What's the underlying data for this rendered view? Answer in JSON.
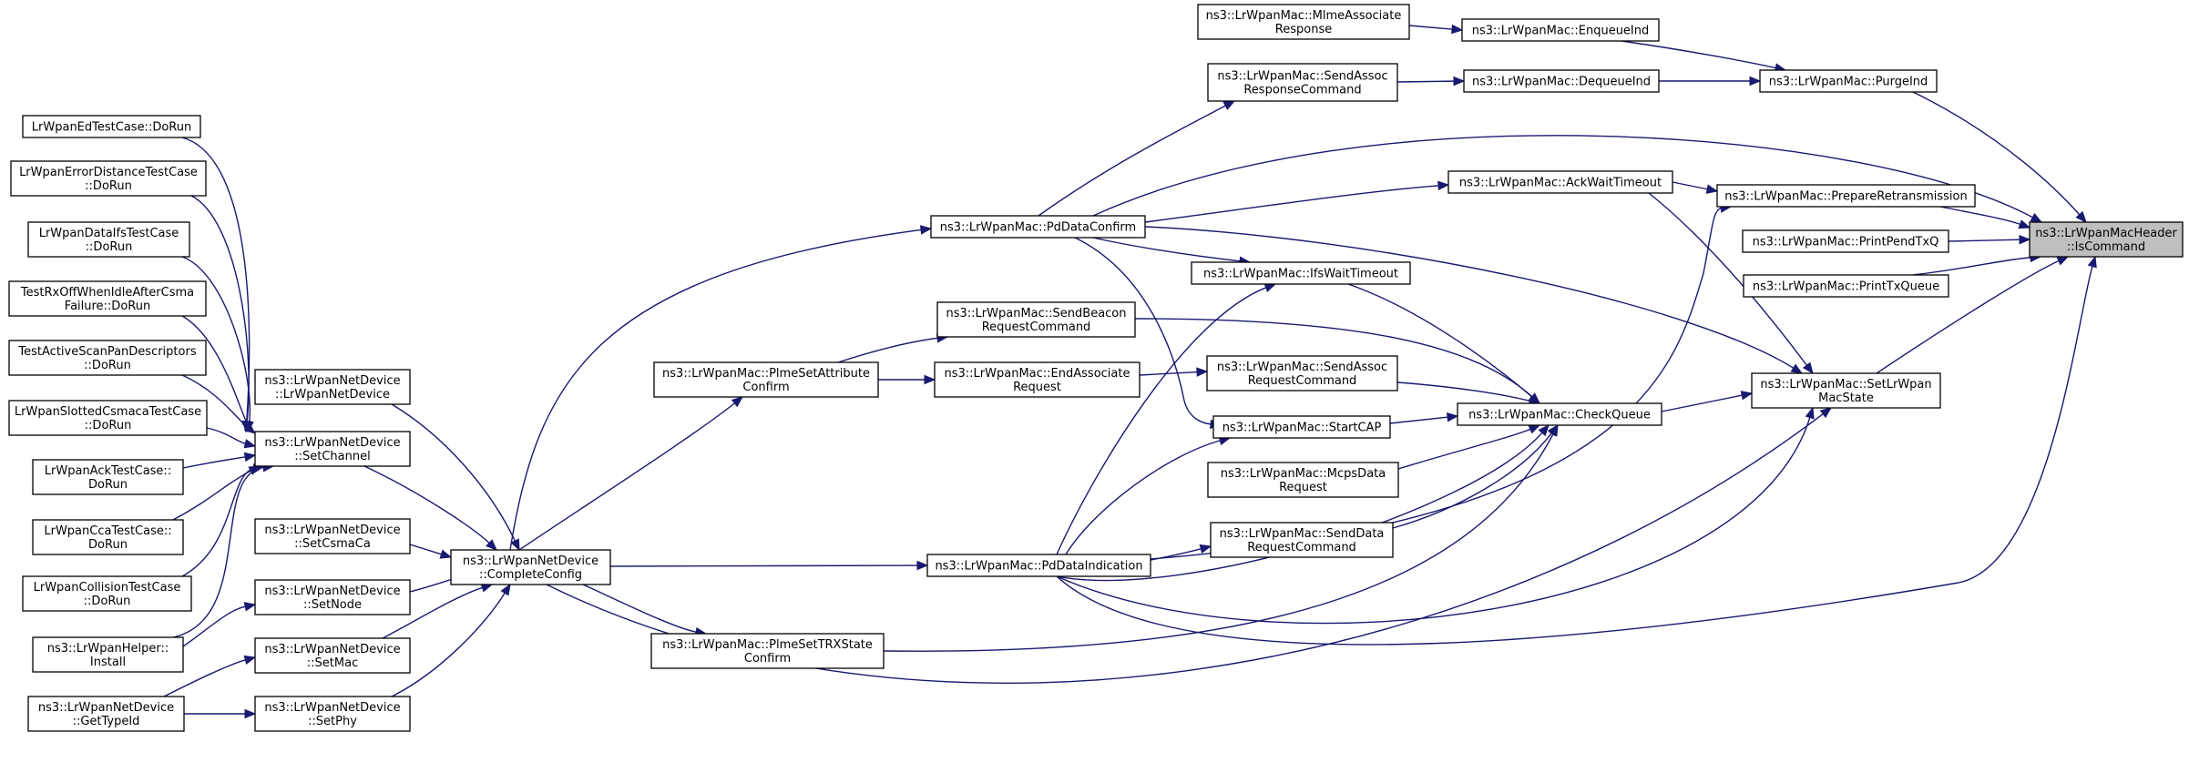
{
  "nodes": {
    "isCommand": [
      "ns3::LrWpanMacHeader",
      "::IsCommand"
    ],
    "mlmeAssocResp": [
      "ns3::LrWpanMac::MlmeAssociate",
      "Response"
    ],
    "enqueueInd": [
      "ns3::LrWpanMac::EnqueueInd"
    ],
    "purgeInd": [
      "ns3::LrWpanMac::PurgeInd"
    ],
    "sendAssocRespCmd": [
      "ns3::LrWpanMac::SendAssoc",
      "ResponseCommand"
    ],
    "dequeueInd": [
      "ns3::LrWpanMac::DequeueInd"
    ],
    "ackWaitTimeout": [
      "ns3::LrWpanMac::AckWaitTimeout"
    ],
    "prepareRetrans": [
      "ns3::LrWpanMac::PrepareRetransmission"
    ],
    "printPendTxQ": [
      "ns3::LrWpanMac::PrintPendTxQ"
    ],
    "printTxQueue": [
      "ns3::LrWpanMac::PrintTxQueue"
    ],
    "pdDataConfirm": [
      "ns3::LrWpanMac::PdDataConfirm"
    ],
    "ifsWaitTimeout": [
      "ns3::LrWpanMac::IfsWaitTimeout"
    ],
    "sendBeaconReq": [
      "ns3::LrWpanMac::SendBeacon",
      "RequestCommand"
    ],
    "plmeSetAttrConfirm": [
      "ns3::LrWpanMac::PlmeSetAttribute",
      "Confirm"
    ],
    "endAssocReq": [
      "ns3::LrWpanMac::EndAssociate",
      "Request"
    ],
    "sendAssocReqCmd": [
      "ns3::LrWpanMac::SendAssoc",
      "RequestCommand"
    ],
    "checkQueue": [
      "ns3::LrWpanMac::CheckQueue"
    ],
    "setLrWpanMacState": [
      "ns3::LrWpanMac::SetLrWpan",
      "MacState"
    ],
    "startCAP": [
      "ns3::LrWpanMac::StartCAP"
    ],
    "mcpsDataReq": [
      "ns3::LrWpanMac::McpsData",
      "Request"
    ],
    "sendDataReqCmd": [
      "ns3::LrWpanMac::SendData",
      "RequestCommand"
    ],
    "pdDataIndication": [
      "ns3::LrWpanMac::PdDataIndication"
    ],
    "plmeSetTrxConfirm": [
      "ns3::LrWpanMac::PlmeSetTRXState",
      "Confirm"
    ],
    "completeConfig": [
      "ns3::LrWpanNetDevice",
      "::CompleteConfig"
    ],
    "netDeviceCtor": [
      "ns3::LrWpanNetDevice",
      "::LrWpanNetDevice"
    ],
    "setChannel": [
      "ns3::LrWpanNetDevice",
      "::SetChannel"
    ],
    "setCsmaCa": [
      "ns3::LrWpanNetDevice",
      "::SetCsmaCa"
    ],
    "setNode": [
      "ns3::LrWpanNetDevice",
      "::SetNode"
    ],
    "setMac": [
      "ns3::LrWpanNetDevice",
      "::SetMac"
    ],
    "setPhy": [
      "ns3::LrWpanNetDevice",
      "::SetPhy"
    ],
    "edTest": [
      "LrWpanEdTestCase::DoRun"
    ],
    "errDistTest": [
      "LrWpanErrorDistanceTestCase",
      "::DoRun"
    ],
    "dataIfsTest": [
      "LrWpanDataIfsTestCase",
      "::DoRun"
    ],
    "rxOffTest": [
      "TestRxOffWhenIdleAfterCsma",
      "Failure::DoRun"
    ],
    "activeScanTest": [
      "TestActiveScanPanDescriptors",
      "::DoRun"
    ],
    "slottedCsmaTest": [
      "LrWpanSlottedCsmacaTestCase",
      "::DoRun"
    ],
    "ackTest": [
      "LrWpanAckTestCase::",
      "DoRun"
    ],
    "ccaTest": [
      "LrWpanCcaTestCase::",
      "DoRun"
    ],
    "collisionTest": [
      "LrWpanCollisionTestCase",
      "::DoRun"
    ],
    "helperInstall": [
      "ns3::LrWpanHelper::",
      "Install"
    ],
    "getTypeId": [
      "ns3::LrWpanNetDevice",
      "::GetTypeId"
    ]
  },
  "edges": [
    [
      "mlmeAssocResp",
      "enqueueInd"
    ],
    [
      "enqueueInd",
      "purgeInd"
    ],
    [
      "sendAssocRespCmd",
      "dequeueInd"
    ],
    [
      "dequeueInd",
      "purgeInd"
    ],
    [
      "purgeInd",
      "isCommand"
    ],
    [
      "pdDataConfirm",
      "isCommand"
    ],
    [
      "prepareRetrans",
      "isCommand"
    ],
    [
      "printPendTxQ",
      "isCommand"
    ],
    [
      "printTxQueue",
      "isCommand"
    ],
    [
      "setLrWpanMacState",
      "isCommand"
    ],
    [
      "pdDataIndication",
      "isCommand"
    ],
    [
      "pdDataConfirm",
      "sendAssocRespCmd"
    ],
    [
      "pdDataConfirm",
      "ackWaitTimeout"
    ],
    [
      "ackWaitTimeout",
      "prepareRetrans"
    ],
    [
      "pdDataConfirm",
      "ifsWaitTimeout"
    ],
    [
      "pdDataConfirm",
      "startCAP"
    ],
    [
      "pdDataConfirm",
      "setLrWpanMacState"
    ],
    [
      "pdDataIndication",
      "ifsWaitTimeout"
    ],
    [
      "pdDataIndication",
      "startCAP"
    ],
    [
      "pdDataIndication",
      "sendDataReqCmd"
    ],
    [
      "pdDataIndication",
      "checkQueue"
    ],
    [
      "pdDataIndication",
      "prepareRetrans"
    ],
    [
      "pdDataIndication",
      "setLrWpanMacState"
    ],
    [
      "ackWaitTimeout",
      "setLrWpanMacState"
    ],
    [
      "ifsWaitTimeout",
      "checkQueue"
    ],
    [
      "sendBeaconReq",
      "checkQueue"
    ],
    [
      "sendAssocReqCmd",
      "checkQueue"
    ],
    [
      "startCAP",
      "checkQueue"
    ],
    [
      "mcpsDataReq",
      "checkQueue"
    ],
    [
      "sendDataReqCmd",
      "checkQueue"
    ],
    [
      "plmeSetTrxConfirm",
      "checkQueue"
    ],
    [
      "checkQueue",
      "setLrWpanMacState"
    ],
    [
      "plmeSetAttrConfirm",
      "sendBeaconReq"
    ],
    [
      "plmeSetAttrConfirm",
      "endAssocReq"
    ],
    [
      "endAssocReq",
      "sendAssocReqCmd"
    ],
    [
      "completeConfig",
      "pdDataConfirm"
    ],
    [
      "completeConfig",
      "plmeSetAttrConfirm"
    ],
    [
      "completeConfig",
      "pdDataIndication"
    ],
    [
      "completeConfig",
      "plmeSetTrxConfirm"
    ],
    [
      "completeConfig",
      "setLrWpanMacState"
    ],
    [
      "netDeviceCtor",
      "completeConfig"
    ],
    [
      "setChannel",
      "completeConfig"
    ],
    [
      "setCsmaCa",
      "completeConfig"
    ],
    [
      "setNode",
      "completeConfig"
    ],
    [
      "setMac",
      "completeConfig"
    ],
    [
      "setPhy",
      "completeConfig"
    ],
    [
      "edTest",
      "setChannel"
    ],
    [
      "errDistTest",
      "setChannel"
    ],
    [
      "dataIfsTest",
      "setChannel"
    ],
    [
      "rxOffTest",
      "setChannel"
    ],
    [
      "activeScanTest",
      "setChannel"
    ],
    [
      "slottedCsmaTest",
      "setChannel"
    ],
    [
      "ackTest",
      "setChannel"
    ],
    [
      "ccaTest",
      "setChannel"
    ],
    [
      "collisionTest",
      "setChannel"
    ],
    [
      "helperInstall",
      "setChannel"
    ],
    [
      "helperInstall",
      "setNode"
    ],
    [
      "getTypeId",
      "setMac"
    ],
    [
      "getTypeId",
      "setPhy"
    ]
  ]
}
